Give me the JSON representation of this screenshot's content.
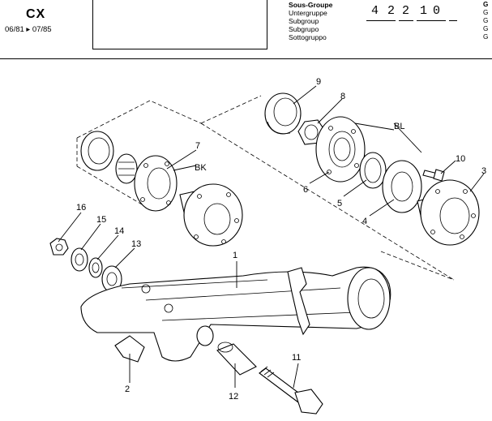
{
  "header": {
    "model": "CX",
    "date_range": "06/81 ▸ 07/85",
    "group_labels": [
      "Sous-Groupe",
      "Untergruppe",
      "Subgroup",
      "Subgrupo",
      "Sottogruppo"
    ],
    "group_codes": [
      "G",
      "G",
      "G",
      "G",
      "G"
    ],
    "group_number": [
      "4",
      "2",
      "2",
      "1",
      "0"
    ]
  },
  "diagram": {
    "callouts": [
      "1",
      "2",
      "3",
      "4",
      "5",
      "6",
      "7",
      "8",
      "9",
      "10",
      "11",
      "12",
      "13",
      "14",
      "15",
      "16"
    ],
    "annotations": {
      "bk": "BK",
      "bl": "BL"
    }
  }
}
